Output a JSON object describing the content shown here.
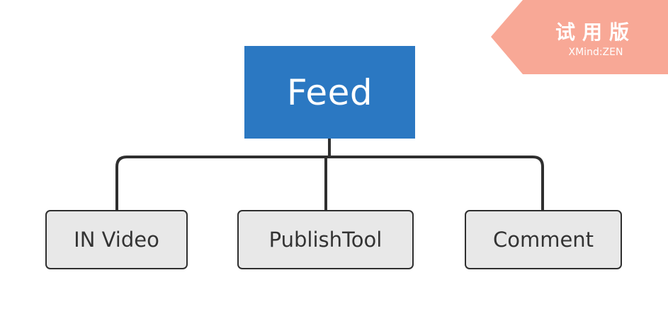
{
  "diagram": {
    "root": {
      "label": "Feed"
    },
    "children": [
      {
        "label": "IN Video"
      },
      {
        "label": "PublishTool"
      },
      {
        "label": "Comment"
      }
    ]
  },
  "watermark": {
    "title": "试用版",
    "subtitle": "XMind:ZEN"
  },
  "colors": {
    "root_fill": "#2b78c2",
    "root_text": "#ffffff",
    "child_fill": "#e8e8e8",
    "child_border": "#2f2f2f",
    "connector": "#2f2f2f",
    "watermark_fill": "#f8a896"
  }
}
